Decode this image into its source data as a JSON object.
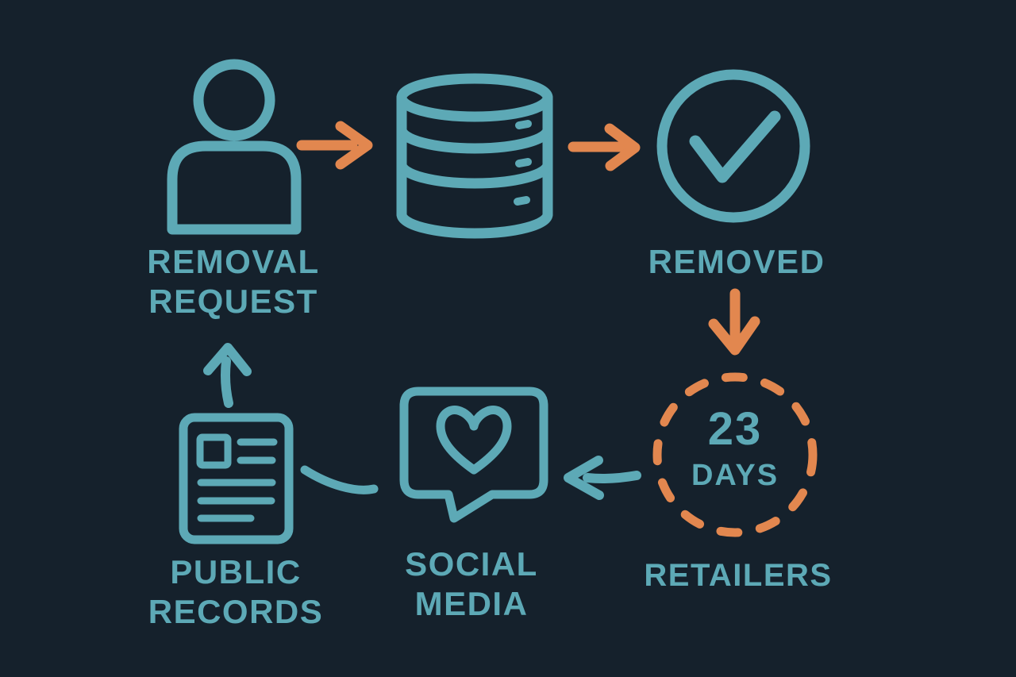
{
  "colors": {
    "background": "#15212c",
    "teal": "#5da9b6",
    "orange": "#e2874f"
  },
  "nodes": {
    "removal_request": {
      "icon": "person-icon",
      "line1": "REMOVAL",
      "line2": "REQUEST"
    },
    "database": {
      "icon": "database-icon"
    },
    "removed": {
      "icon": "check-circle-icon",
      "label": "REMOVED"
    },
    "retailers": {
      "icon": "dashed-countdown-circle-icon",
      "value": "23",
      "unit": "DAYS",
      "label": "RETAILERS"
    },
    "social_media": {
      "icon": "chat-heart-icon",
      "line1": "SOCIAL",
      "line2": "MEDIA"
    },
    "public_records": {
      "icon": "document-icon",
      "line1": "PUBLIC",
      "line2": "RECORDS"
    }
  }
}
